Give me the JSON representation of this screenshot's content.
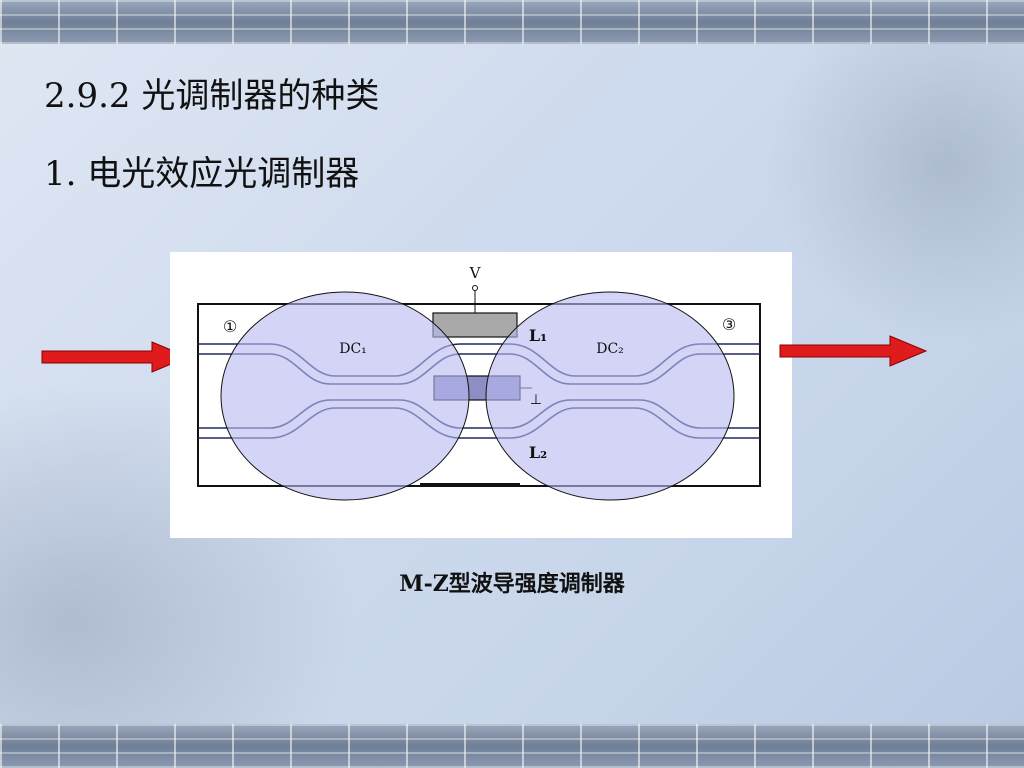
{
  "slide": {
    "section_title": "2.9.2 光调制器的种类",
    "subsection_title": "1. 电光效应光调制器",
    "caption": "M-Z型波导强度调制器"
  },
  "diagram": {
    "voltage_label": "V",
    "port_in_label": "①",
    "port_out_label": "③",
    "coupler1_label": "DC₁",
    "coupler2_label": "DC₂",
    "arm1_label": "L₁",
    "arm2_label": "L₂",
    "ground_label": "⊥"
  },
  "colors": {
    "arrow": "#e01b1b",
    "coupler_fill": "#b9b9f0",
    "electrode": "#a9a9a9",
    "waveguide": "#1e2a60"
  }
}
